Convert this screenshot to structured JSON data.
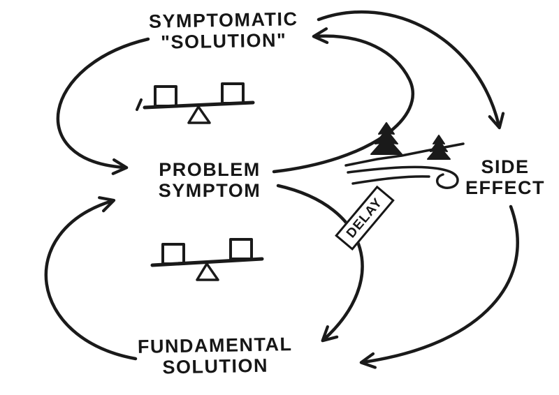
{
  "background": "#ffffff",
  "ink_color": "#1a1a1a",
  "nodes": {
    "symptomatic_solution": {
      "line1": "SYMPTOMATIC",
      "line2": "\"SOLUTION\""
    },
    "problem_symptom": {
      "line1": "PROBLEM",
      "line2": "SYMPTOM"
    },
    "fundamental_solution": {
      "line1": "FUNDAMENTAL",
      "line2": "SOLUTION"
    },
    "side_effect": {
      "line1": "SIDE",
      "line2": "EFFECT"
    }
  },
  "delay_label": "DELAY",
  "icons": {
    "top_balance": "seesaw-balance-icon",
    "bottom_balance": "seesaw-balance-icon",
    "scenery": "pine-trees-road-sketch",
    "arrowhead": "open-v-arrowhead"
  },
  "connections": [
    {
      "from": "symptomatic_solution",
      "to": "problem_symptom"
    },
    {
      "from": "problem_symptom",
      "to": "symptomatic_solution"
    },
    {
      "from": "symptomatic_solution",
      "to": "side_effect"
    },
    {
      "from": "side_effect",
      "to": "fundamental_solution"
    },
    {
      "from": "problem_symptom",
      "to": "fundamental_solution",
      "via": "delay"
    },
    {
      "from": "fundamental_solution",
      "to": "problem_symptom"
    }
  ]
}
